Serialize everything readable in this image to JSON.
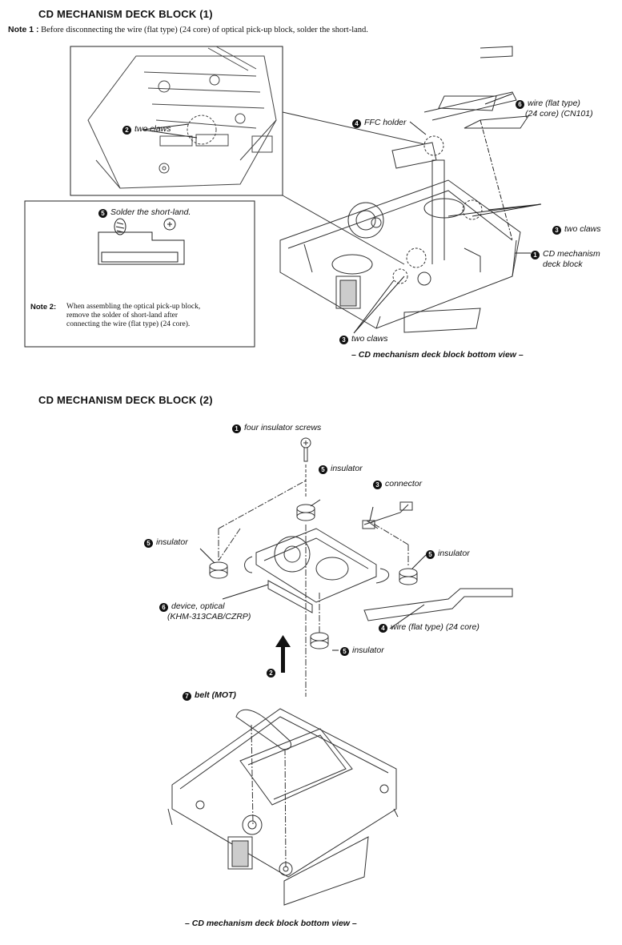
{
  "section1": {
    "title": "CD MECHANISM DECK BLOCK (1)",
    "note1_label": "Note 1 :",
    "note1_text": "Before disconnecting the wire (flat type) (24 core) of optical pick-up block, solder the short-land.",
    "labels": {
      "two_claws_a": {
        "num": "2",
        "text": "two claws"
      },
      "ffc_holder": {
        "num": "4",
        "text": "FFC holder"
      },
      "wire_line1": {
        "num": "6",
        "text": "wire (flat type)"
      },
      "wire_line2": "(24 core) (CN101)",
      "two_claws_b": {
        "num": "3",
        "text": "two claws"
      },
      "cd_mech_line1": {
        "num": "1",
        "text": "CD mechanism"
      },
      "cd_mech_line2": "deck block",
      "two_claws_c": {
        "num": "3",
        "text": "two claws"
      },
      "solder": {
        "num": "5",
        "text": "Solder the short-land."
      }
    },
    "note2_label": "Note 2:",
    "note2_lines": [
      "When assembling the optical pick-up block,",
      "remove the solder of short-land after",
      "connecting the wire (flat type) (24 core)."
    ],
    "caption": "– CD mechanism deck block bottom view –"
  },
  "section2": {
    "title": "CD MECHANISM DECK BLOCK (2)",
    "labels": {
      "screws": {
        "num": "1",
        "text": "four  insulator screws"
      },
      "insulator_top": {
        "num": "5",
        "text": "insulator"
      },
      "connector": {
        "num": "3",
        "text": "connector"
      },
      "insulator_left": {
        "num": "5",
        "text": "insulator"
      },
      "insulator_right": {
        "num": "5",
        "text": "insulator"
      },
      "device_line1": {
        "num": "6",
        "text": "device, optical"
      },
      "device_line2": "(KHM-313CAB/CZRP)",
      "wire": {
        "num": "4",
        "text": "wire (flat type) (24 core)"
      },
      "insulator_bottom": {
        "num": "5",
        "text": "insulator"
      },
      "arrow_step": "2",
      "belt": {
        "num": "7",
        "text": "belt (MOT)"
      }
    },
    "caption": "– CD mechanism deck block bottom view –"
  }
}
